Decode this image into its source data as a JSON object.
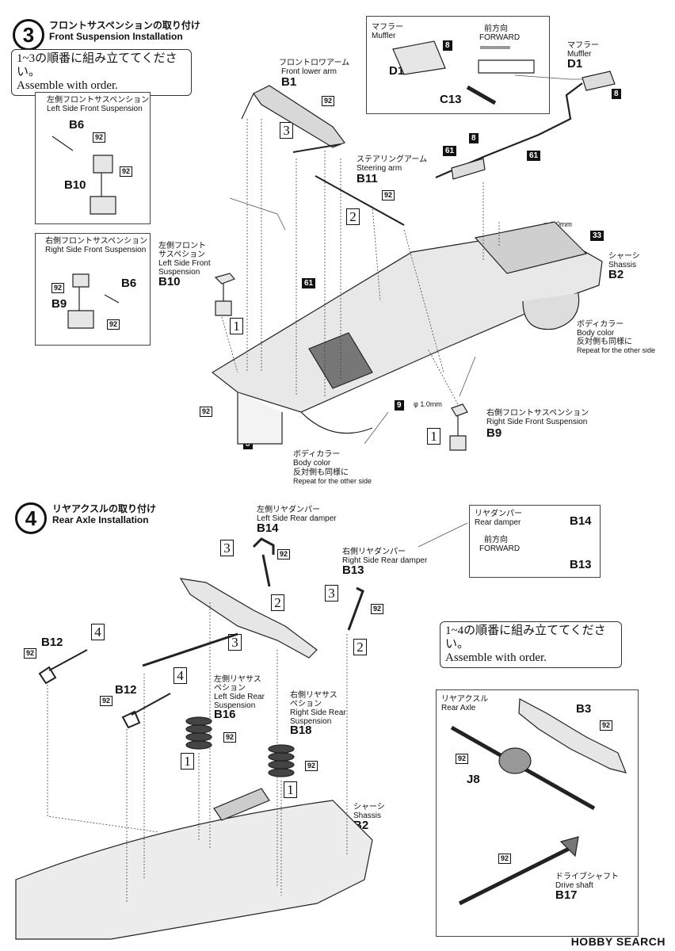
{
  "step3": {
    "number": "3",
    "title_jp": "フロントサスペンションの取り付け",
    "title_en": "Front Suspension Installation",
    "note_jp": "1~3の順番に組み立ててください。",
    "note_en": "Assemble with order.",
    "left_susp_panel": {
      "jp": "左側フロントサスペンション",
      "en": "Left Side Front Suspension",
      "part_a": "B6",
      "part_b": "B10",
      "badge": "92"
    },
    "right_susp_panel": {
      "jp": "右側フロントサスペンション",
      "en": "Right Side Front Suspension",
      "part_a": "B6",
      "part_b": "B9",
      "badge": "92"
    },
    "muffler_panel": {
      "jp": "マフラー",
      "en": "Muffler",
      "part": "D1",
      "badge": "8",
      "forward_jp": "前方向",
      "forward_en": "FORWARD",
      "cut_part": "C13"
    },
    "front_lower_arm": {
      "jp": "フロントロワアーム",
      "en": "Front lower arm",
      "part": "B1"
    },
    "steering_arm": {
      "jp": "ステアリングアーム",
      "en": "Steering arm",
      "part": "B11"
    },
    "muffler_main": {
      "jp": "マフラー",
      "en": "Muffler",
      "part": "D1"
    },
    "left_front_susp": {
      "jp": "左側フロント",
      "jp2": "サスペション",
      "en": "Left Side Front",
      "en2": "Suspension",
      "part": "B10"
    },
    "right_front_susp": {
      "jp": "右側フロントサスペンション",
      "en": "Right Side Front Suspension",
      "part": "B9"
    },
    "chassis": {
      "jp": "シャーシ",
      "en": "Shassis",
      "part": "B2"
    },
    "body_color_right": {
      "jp": "ボディカラー",
      "en": "Body color",
      "repeat_jp": "反対側も同様に",
      "repeat_en": "Repeat for the other side"
    },
    "body_color_bottom": {
      "jp": "ボディカラー",
      "en": "Body color",
      "repeat_jp": "反対側も同様に",
      "repeat_en": "Repeat for the other side"
    },
    "drill1": "φ 1.0mm",
    "drill2": "φ 1.0mm",
    "badges": {
      "b92": "92",
      "b8": "8",
      "b61": "61",
      "b33": "33",
      "b9": "9"
    },
    "order": {
      "one": "1",
      "two": "2",
      "three": "3"
    }
  },
  "step4": {
    "number": "4",
    "title_jp": "リヤアクスルの取り付け",
    "title_en": "Rear Axle Installation",
    "note_jp": "1~4の順番に組み立ててください。",
    "note_en": "Assemble with order.",
    "left_rear_damper": {
      "jp": "左側リヤダンパー",
      "en": "Left Side Rear damper",
      "part": "B14"
    },
    "right_rear_damper": {
      "jp": "右側リヤダンパー",
      "en": "Right Side Rear damper",
      "part": "B13"
    },
    "damper_panel": {
      "jp": "リヤダンパー",
      "en": "Rear damper",
      "forward_jp": "前方向",
      "forward_en": "FORWARD",
      "part_a": "B14",
      "part_b": "B13"
    },
    "left_rear_susp": {
      "jp": "左側リヤサス",
      "jp2": "ペション",
      "en": "Left Side Rear",
      "en2": "Suspension",
      "part": "B16"
    },
    "right_rear_susp": {
      "jp": "右側リヤサス",
      "jp2": "ペション",
      "en": "Right Side Rear",
      "en2": "Suspension",
      "part": "B18"
    },
    "chassis": {
      "jp": "シャーシ",
      "en": "Shassis",
      "part": "B2"
    },
    "rear_axle_panel": {
      "jp": "リヤアクスル",
      "en": "Rear Axle",
      "part_a": "B3",
      "part_b": "J8",
      "badge": "92"
    },
    "drive_shaft": {
      "jp": "ドライブシャフト",
      "en": "Drive shaft",
      "part": "B17"
    },
    "part_b12": "B12",
    "badge92": "92",
    "order": {
      "one": "1",
      "two": "2",
      "three": "3",
      "four": "4"
    }
  },
  "footer": "HOBBY SEARCH"
}
